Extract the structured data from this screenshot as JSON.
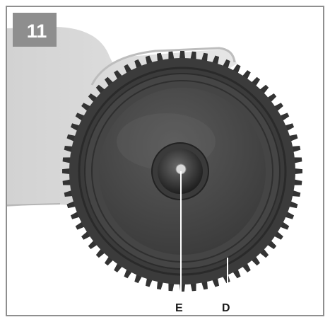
{
  "figure": {
    "number": "11",
    "callouts": {
      "e": "E",
      "d": "D"
    }
  }
}
